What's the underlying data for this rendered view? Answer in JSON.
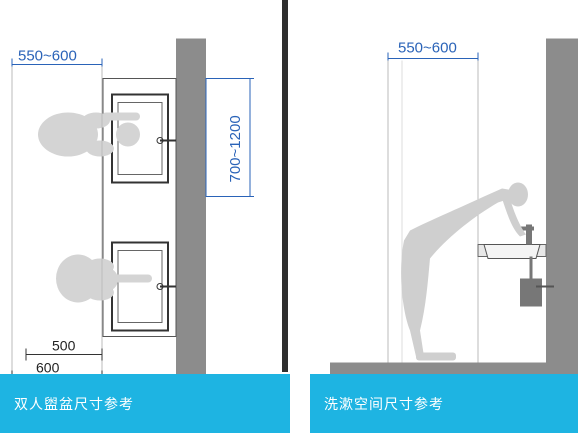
{
  "left": {
    "dim_top": "550~600",
    "dim_side": "700~1200",
    "dim_500": "500",
    "dim_600": "600",
    "caption": "双人盥盆尺寸参考"
  },
  "right": {
    "dim_top": "550~600",
    "caption": "洗漱空间尺寸参考"
  },
  "colors": {
    "banner": "#1eb4e2",
    "wall": "#8c8c8c",
    "dimension_line": "#2a63b8",
    "figure": "#cfcfcf"
  }
}
